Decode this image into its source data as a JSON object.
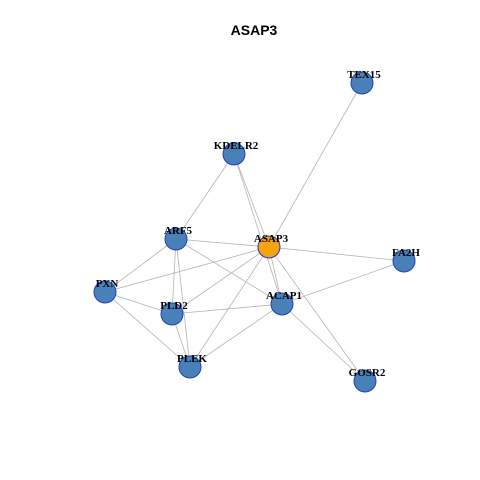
{
  "title": "ASAP3",
  "colors": {
    "hub": "#f5a311",
    "node": "#4a80b8",
    "node_border": "#1f3fbf",
    "edge": "#b3b3b3"
  },
  "nodes": [
    {
      "id": "ASAP3",
      "label": "ASAP3",
      "hub": true
    },
    {
      "id": "TEX15",
      "label": "TEX15"
    },
    {
      "id": "KDELR2",
      "label": "KDELR2"
    },
    {
      "id": "ARF5",
      "label": "ARF5"
    },
    {
      "id": "FA2H",
      "label": "FA2H"
    },
    {
      "id": "PXN",
      "label": "PXN"
    },
    {
      "id": "PLD2",
      "label": "PLD2"
    },
    {
      "id": "ACAP1",
      "label": "ACAP1"
    },
    {
      "id": "PLEK",
      "label": "PLEK"
    },
    {
      "id": "GOSR2",
      "label": "GOSR2"
    }
  ],
  "edges": [
    [
      "ASAP3",
      "TEX15"
    ],
    [
      "ASAP3",
      "KDELR2"
    ],
    [
      "ASAP3",
      "ARF5"
    ],
    [
      "ASAP3",
      "FA2H"
    ],
    [
      "ASAP3",
      "PXN"
    ],
    [
      "ASAP3",
      "PLD2"
    ],
    [
      "ASAP3",
      "ACAP1"
    ],
    [
      "ASAP3",
      "PLEK"
    ],
    [
      "ASAP3",
      "GOSR2"
    ],
    [
      "KDELR2",
      "ARF5"
    ],
    [
      "KDELR2",
      "ACAP1"
    ],
    [
      "ARF5",
      "PXN"
    ],
    [
      "ARF5",
      "PLD2"
    ],
    [
      "ARF5",
      "PLEK"
    ],
    [
      "ARF5",
      "ACAP1"
    ],
    [
      "PXN",
      "PLD2"
    ],
    [
      "PXN",
      "PLEK"
    ],
    [
      "PLD2",
      "ACAP1"
    ],
    [
      "PLD2",
      "PLEK"
    ],
    [
      "ACAP1",
      "FA2H"
    ],
    [
      "ACAP1",
      "PLEK"
    ],
    [
      "ACAP1",
      "GOSR2"
    ]
  ]
}
